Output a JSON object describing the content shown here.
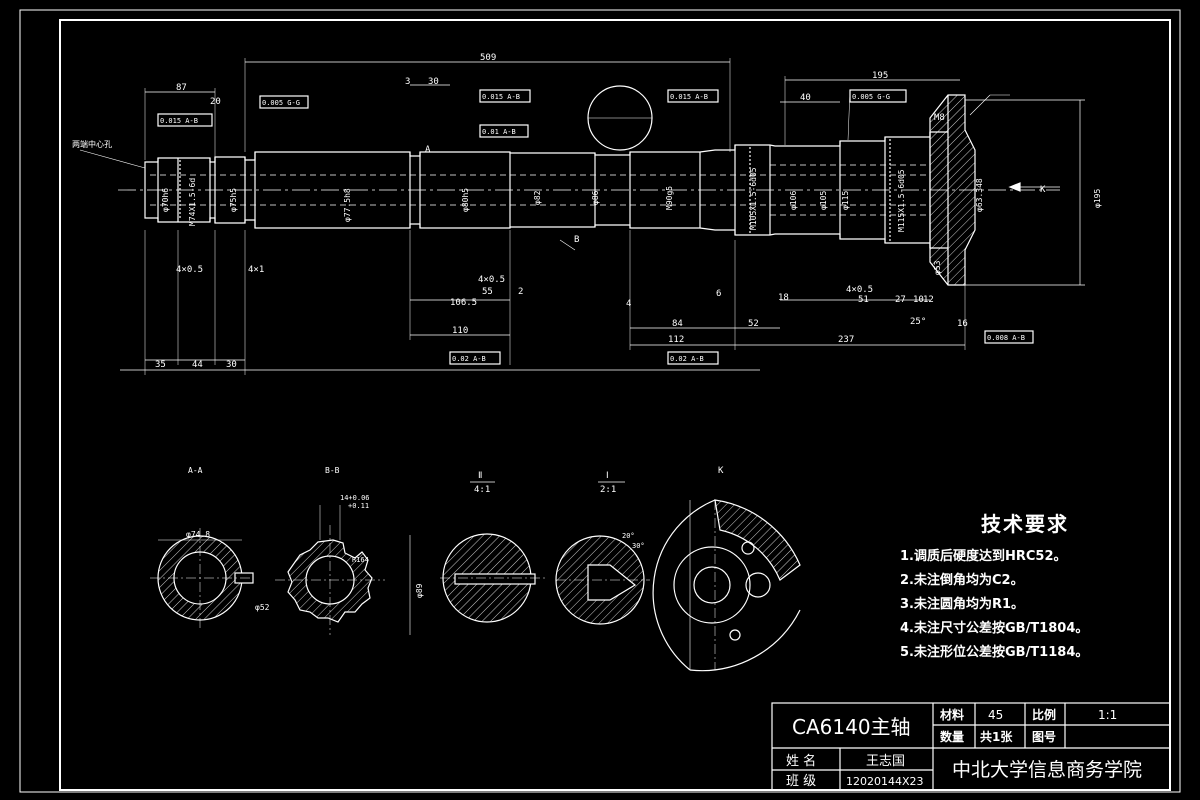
{
  "drawing": {
    "section_labels": {
      "aa": "A-A",
      "bb": "B-B",
      "detail2": "Ⅱ",
      "detail2_scale": "4:1",
      "detail1": "Ⅰ",
      "detail1_scale": "2:1",
      "k": "K"
    },
    "callouts": {
      "center_hole": "两端中心孔"
    },
    "dimensions": {
      "d_509": "509",
      "d_87": "87",
      "d_20": "20",
      "d_3": "3",
      "d_30a": "30",
      "d_195": "195",
      "d_40": "40",
      "d_35": "35",
      "d_44": "44",
      "d_30b": "30",
      "d_106": "106.5",
      "d_55": "55",
      "d_110": "110",
      "d_84": "84",
      "d_52": "52",
      "d_51": "51",
      "d_27": "27",
      "d_10": "10",
      "d_12": "12",
      "d_16": "16",
      "d_237": "237",
      "d_4x05a": "4×0.5",
      "d_4x1": "4×1",
      "d_4x05b": "4×0.5",
      "d_4x05c": "4×0.5",
      "d_112": "112",
      "d_18": "18",
      "d_2": "2",
      "d_4": "4",
      "d_6": "6"
    },
    "diameters": {
      "m74": "M74X1.5-6d",
      "d70": "φ70h6",
      "d75": "φ75h5",
      "d77": "φ77.5h8",
      "d80": "φ80h5",
      "d82": "φ82",
      "d86": "φ86",
      "m90": "M90g5",
      "m105": "M105X1.5-6d05",
      "d106": "φ106",
      "d105": "φ105",
      "d115": "φ115",
      "m115": "M115X1.5-6d05",
      "d53": "φ53",
      "d63": "φ63.348",
      "d195": "φ195",
      "d74_8": "φ74.8",
      "d52": "φ52",
      "d89": "φ89",
      "r164": "R164"
    },
    "tolerances": {
      "t1": "0.005 G-G",
      "t2": "0.015 A-B",
      "t3": "0.015 A-B",
      "t4": "0.01 A-B",
      "t5": "0.015 A-B",
      "t6": "0.005 G-G",
      "t7": "0.02 A-B",
      "t8": "0.02 A-B",
      "t9": "0.008 A-B"
    },
    "bb_tolerance_upper": "14+0.06",
    "bb_tolerance_lower": "+0.11",
    "angle_30": "30°",
    "angle_20": "20°",
    "angle_25": "25°",
    "label_k_arrow": "K",
    "label_a": "A",
    "label_b": "B",
    "label_m8": "M8"
  },
  "tech_requirements": {
    "title": "技术要求",
    "items": [
      "1.调质后硬度达到HRC52。",
      "2.未注倒角均为C2。",
      "3.未注圆角均为R1。",
      "4.未注尺寸公差按GB/T1804。",
      "5.未注形位公差按GB/T1184。"
    ]
  },
  "title_block": {
    "part_name": "CA6140主轴",
    "material_label": "材料",
    "material_value": "45",
    "scale_label": "比例",
    "scale_value": "1:1",
    "quantity_label": "数量",
    "quantity_value": "共1张",
    "drawing_no_label": "图号",
    "name_label": "姓 名",
    "name_value": "王志国",
    "class_label": "班 级",
    "class_value": "12020144X23",
    "school": "中北大学信息商务学院"
  }
}
